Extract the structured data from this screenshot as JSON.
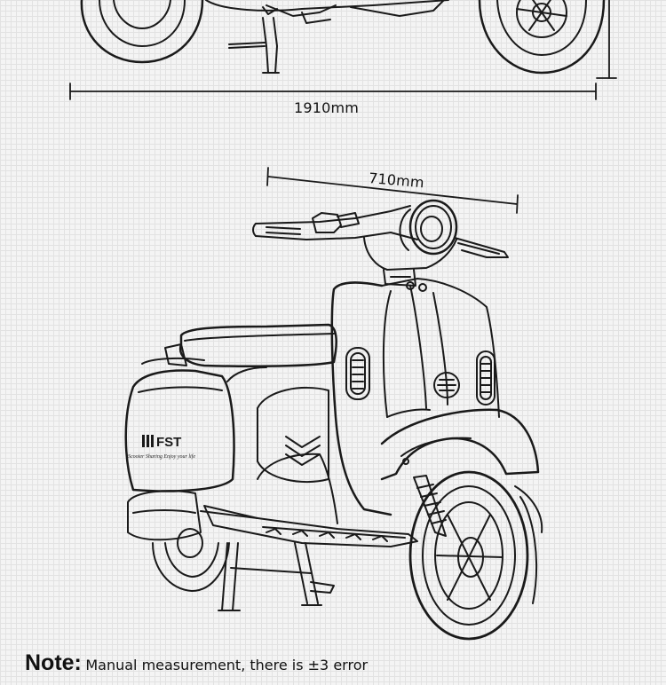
{
  "dimensions": {
    "length_label": "1910mm",
    "width_label": "710mm"
  },
  "brand": {
    "logo_text": "FST",
    "tagline": "Scooter Sharing  Enjoy your life"
  },
  "note": {
    "label": "Note:",
    "text": "Manual measurement, there is ±3 error"
  }
}
